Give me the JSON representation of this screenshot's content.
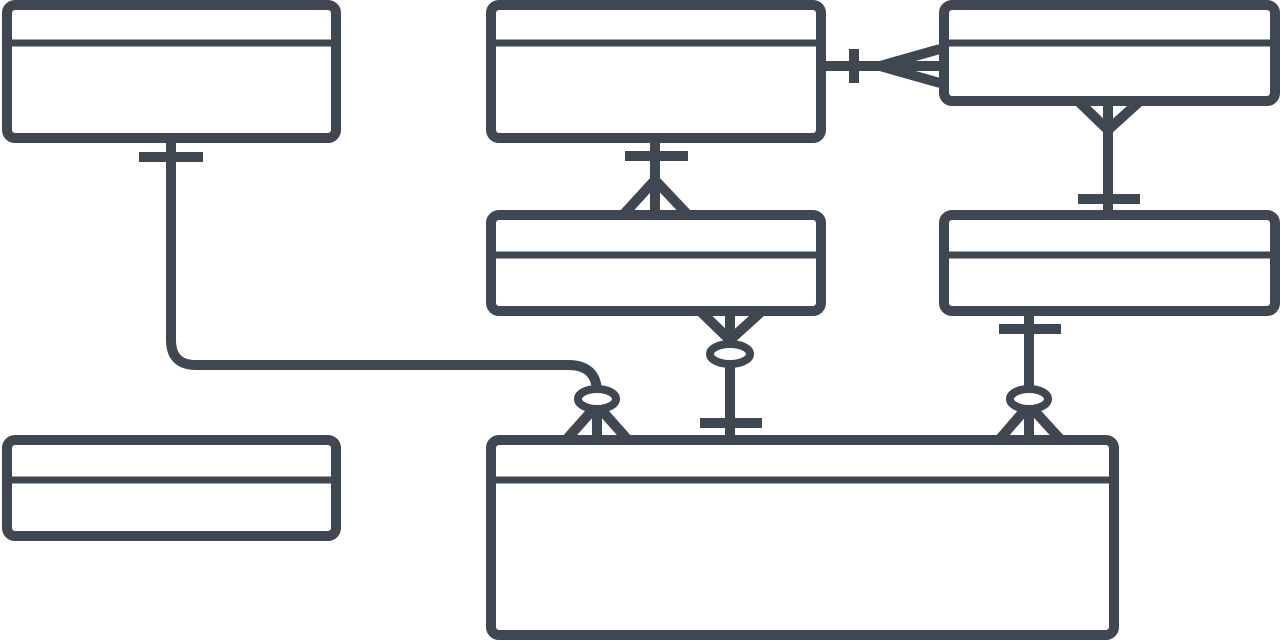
{
  "diagram": {
    "type": "entity-relationship",
    "notation": "crows-foot",
    "colors": {
      "stroke": "#3f4750",
      "background": "#ffffff"
    },
    "entities": [
      {
        "id": "entity-top-left",
        "title": "",
        "attributes": []
      },
      {
        "id": "entity-top-center",
        "title": "",
        "attributes": []
      },
      {
        "id": "entity-top-right",
        "title": "",
        "attributes": []
      },
      {
        "id": "entity-middle-center",
        "title": "",
        "attributes": []
      },
      {
        "id": "entity-middle-right",
        "title": "",
        "attributes": []
      },
      {
        "id": "entity-bottom-left",
        "title": "",
        "attributes": []
      },
      {
        "id": "entity-bottom-center",
        "title": "",
        "attributes": []
      }
    ],
    "relationships": [
      {
        "id": "rel-top-center-top-right",
        "from": "entity-top-center",
        "from_cardinality": "exactly-one",
        "to": "entity-top-right",
        "to_cardinality": "many"
      },
      {
        "id": "rel-top-center-middle-center",
        "from": "entity-top-center",
        "from_cardinality": "exactly-one",
        "to": "entity-middle-center",
        "to_cardinality": "many"
      },
      {
        "id": "rel-top-right-middle-right",
        "from": "entity-top-right",
        "from_cardinality": "many",
        "to": "entity-middle-right",
        "to_cardinality": "exactly-one"
      },
      {
        "id": "rel-top-left-bottom-center",
        "from": "entity-top-left",
        "from_cardinality": "exactly-one",
        "to": "entity-bottom-center",
        "to_cardinality": "zero-or-many"
      },
      {
        "id": "rel-middle-center-bottom-center",
        "from": "entity-middle-center",
        "from_cardinality": "zero-or-many",
        "to": "entity-bottom-center",
        "to_cardinality": "exactly-one"
      },
      {
        "id": "rel-middle-right-bottom-center",
        "from": "entity-middle-right",
        "from_cardinality": "exactly-one",
        "to": "entity-bottom-center",
        "to_cardinality": "zero-or-many"
      }
    ]
  }
}
